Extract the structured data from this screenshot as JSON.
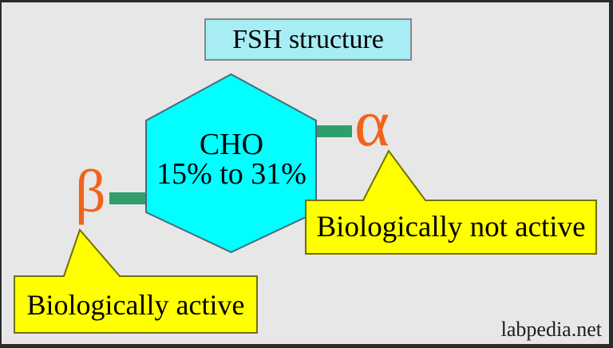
{
  "diagram": {
    "title": "FSH structure",
    "watermark": "labpedia.net",
    "hexagon": {
      "line1": "CHO",
      "line2": "15% to 31%",
      "fill": "#00ffff",
      "stroke": "#466b7a"
    },
    "alpha": {
      "symbol": "α",
      "callout_label": "Biologically not active"
    },
    "beta": {
      "symbol": "β",
      "callout_label": "Biologically active"
    },
    "colors": {
      "background": "#e7e7e7",
      "frame": "#2b2b2b",
      "title_fill": "#a9edf4",
      "title_border": "#7f8a8a",
      "connector_green": "#2f9e6a",
      "greek_orange": "#f2621c",
      "callout_fill": "#ffff00",
      "callout_border": "#717100",
      "text": "#000000"
    }
  }
}
